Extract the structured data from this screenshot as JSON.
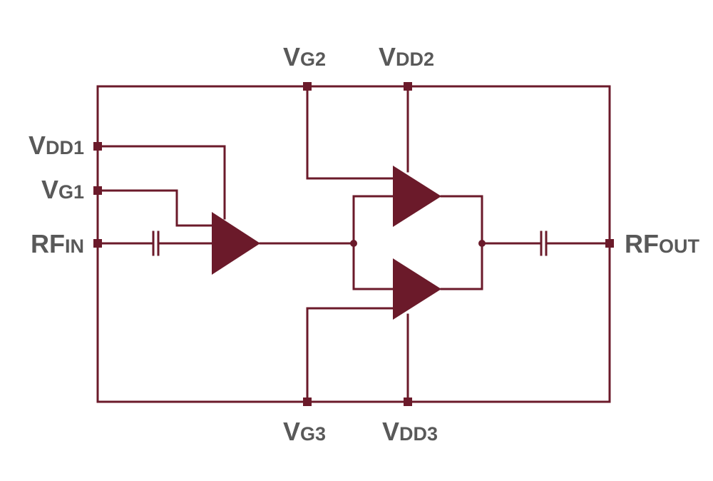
{
  "colors": {
    "wire": "#6b1a2a",
    "label": "#595959",
    "background": "#ffffff"
  },
  "pins": {
    "vg2": {
      "main": "V",
      "sub": "G2"
    },
    "vdd2": {
      "main": "V",
      "sub": "DD2"
    },
    "vdd1": {
      "main": "V",
      "sub": "DD1"
    },
    "vg1": {
      "main": "V",
      "sub": "G1"
    },
    "rfin": {
      "main": "RF",
      "sub": "IN"
    },
    "rfout": {
      "main": "RF",
      "sub": "OUT"
    },
    "vg3": {
      "main": "V",
      "sub": "G3"
    },
    "vdd3": {
      "main": "V",
      "sub": "DD3"
    }
  },
  "components": [
    "amplifier-stage-1",
    "amplifier-stage-2",
    "amplifier-stage-3",
    "input-capacitor",
    "output-capacitor"
  ]
}
